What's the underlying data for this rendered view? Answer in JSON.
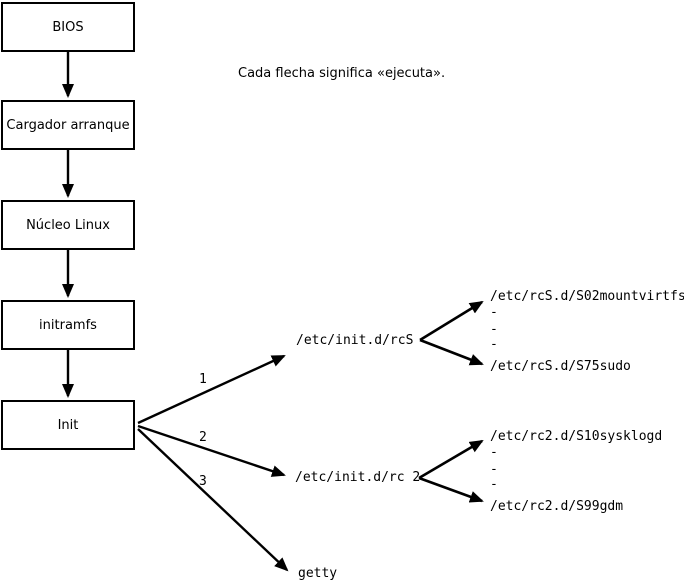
{
  "note": "Cada flecha significa «ejecuta».",
  "boot_chain": [
    {
      "label": "BIOS"
    },
    {
      "label": "Cargador arranque"
    },
    {
      "label": "Núcleo Linux"
    },
    {
      "label": "initramfs"
    },
    {
      "label": "Init"
    }
  ],
  "init_branches": [
    {
      "number": "1",
      "target": "/etc/init.d/rcS"
    },
    {
      "number": "2",
      "target": "/etc/init.d/rc 2"
    },
    {
      "number": "3",
      "target": "getty"
    }
  ],
  "rcS_scripts": {
    "first": "/etc/rcS.d/S02mountvirtfs",
    "dashes": [
      "-",
      "-",
      "-"
    ],
    "last": "/etc/rcS.d/S75sudo"
  },
  "rc2_scripts": {
    "first": "/etc/rc2.d/S10sysklogd",
    "dashes": [
      "-",
      "-",
      "-"
    ],
    "last": "/etc/rc2.d/S99gdm"
  },
  "colors": {
    "line": "#000000",
    "background": "#ffffff",
    "text": "#000000"
  }
}
